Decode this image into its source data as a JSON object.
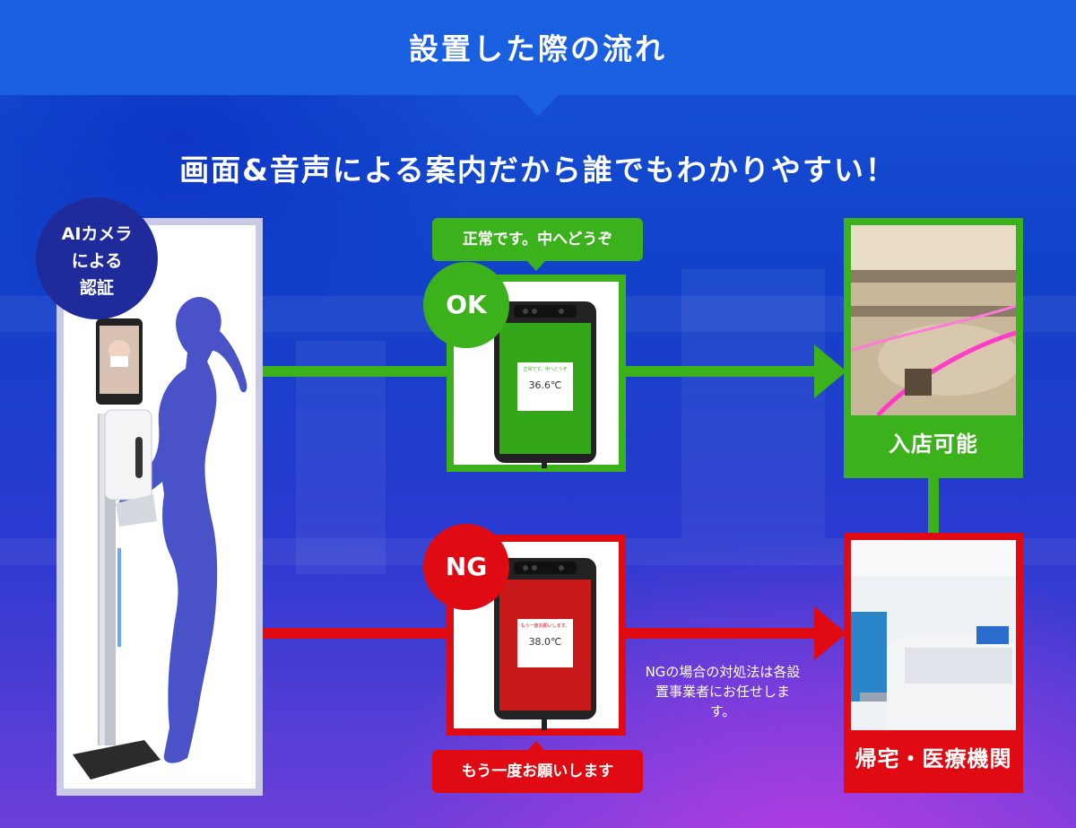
{
  "header": {
    "title": "設置した際の流れ"
  },
  "subtitle": "画面&音声による案内だから誰でもわかりやすい！",
  "device": {
    "badge_lines": [
      "AIカメラ",
      "による",
      "認証"
    ]
  },
  "ok_flow": {
    "badge": "OK",
    "message": "正常です。中へどうぞ",
    "screen_message": "正常です。中へどうぞ",
    "screen_temp": "36.6℃",
    "result_label": "入店可能",
    "color": "#3bb21c"
  },
  "ng_flow": {
    "badge": "NG",
    "message": "もう一度お願いします",
    "screen_message": "もう一度お願いします。",
    "screen_temp": "38.0℃",
    "result_label": "帰宅・医療機関",
    "note": "NGの場合の対処法は各設置事業者にお任せします。",
    "color": "#df0a12"
  },
  "colors": {
    "header": "#1a5fe0",
    "badge": "#1f2b9a",
    "panel_border": "#c9cbe6"
  }
}
